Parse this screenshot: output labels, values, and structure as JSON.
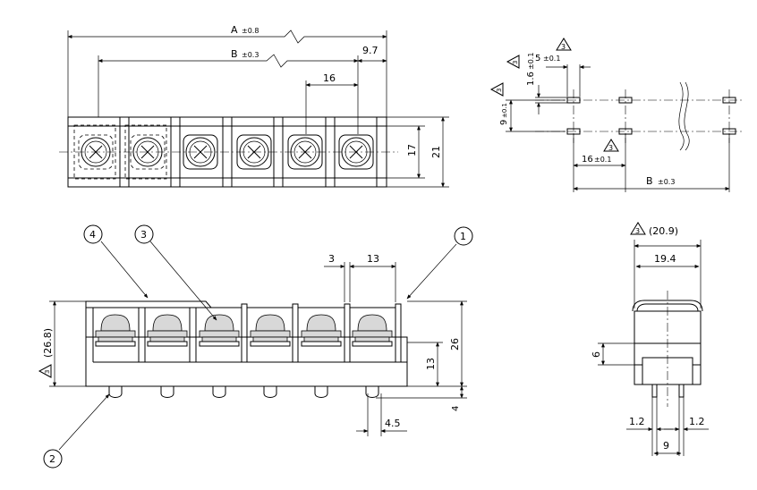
{
  "callouts": {
    "c1": "1",
    "c2": "2",
    "c3": "3",
    "c4": "4"
  },
  "triangle_marks": {
    "revision": "3"
  },
  "top_view": {
    "dim_a": "A",
    "dim_a_tol": "±0.8",
    "dim_b": "B",
    "dim_b_tol": "±0.3",
    "dim_end": "9.7",
    "dim_pitch": "16",
    "dim_inner_height": "17",
    "dim_outer_height": "21"
  },
  "pcb_layout": {
    "dim_hole_height": "1.6",
    "dim_hole_height_tol": "±0.1",
    "dim_hole_width": "5",
    "dim_hole_width_tol": "±0.1",
    "dim_row_spacing": "9",
    "dim_row_spacing_tol": "±0.1",
    "dim_pitch": "16",
    "dim_pitch_tol": "±0.1",
    "dim_b": "B",
    "dim_b_tol": "±0.3"
  },
  "front_view": {
    "dim_overall_height": "(26.8)",
    "dim_body_height": "26",
    "dim_base_height": "13",
    "dim_pin_length": "4",
    "dim_pin_offset": "4.5",
    "dim_gap": "3",
    "dim_barrier_pitch": "13"
  },
  "side_view": {
    "dim_top_width": "(20.9)",
    "dim_inner_width": "19.4",
    "dim_step": "6",
    "dim_pin_left": "1.2",
    "dim_pin_right": "1.2",
    "dim_pin_spacing": "9"
  }
}
